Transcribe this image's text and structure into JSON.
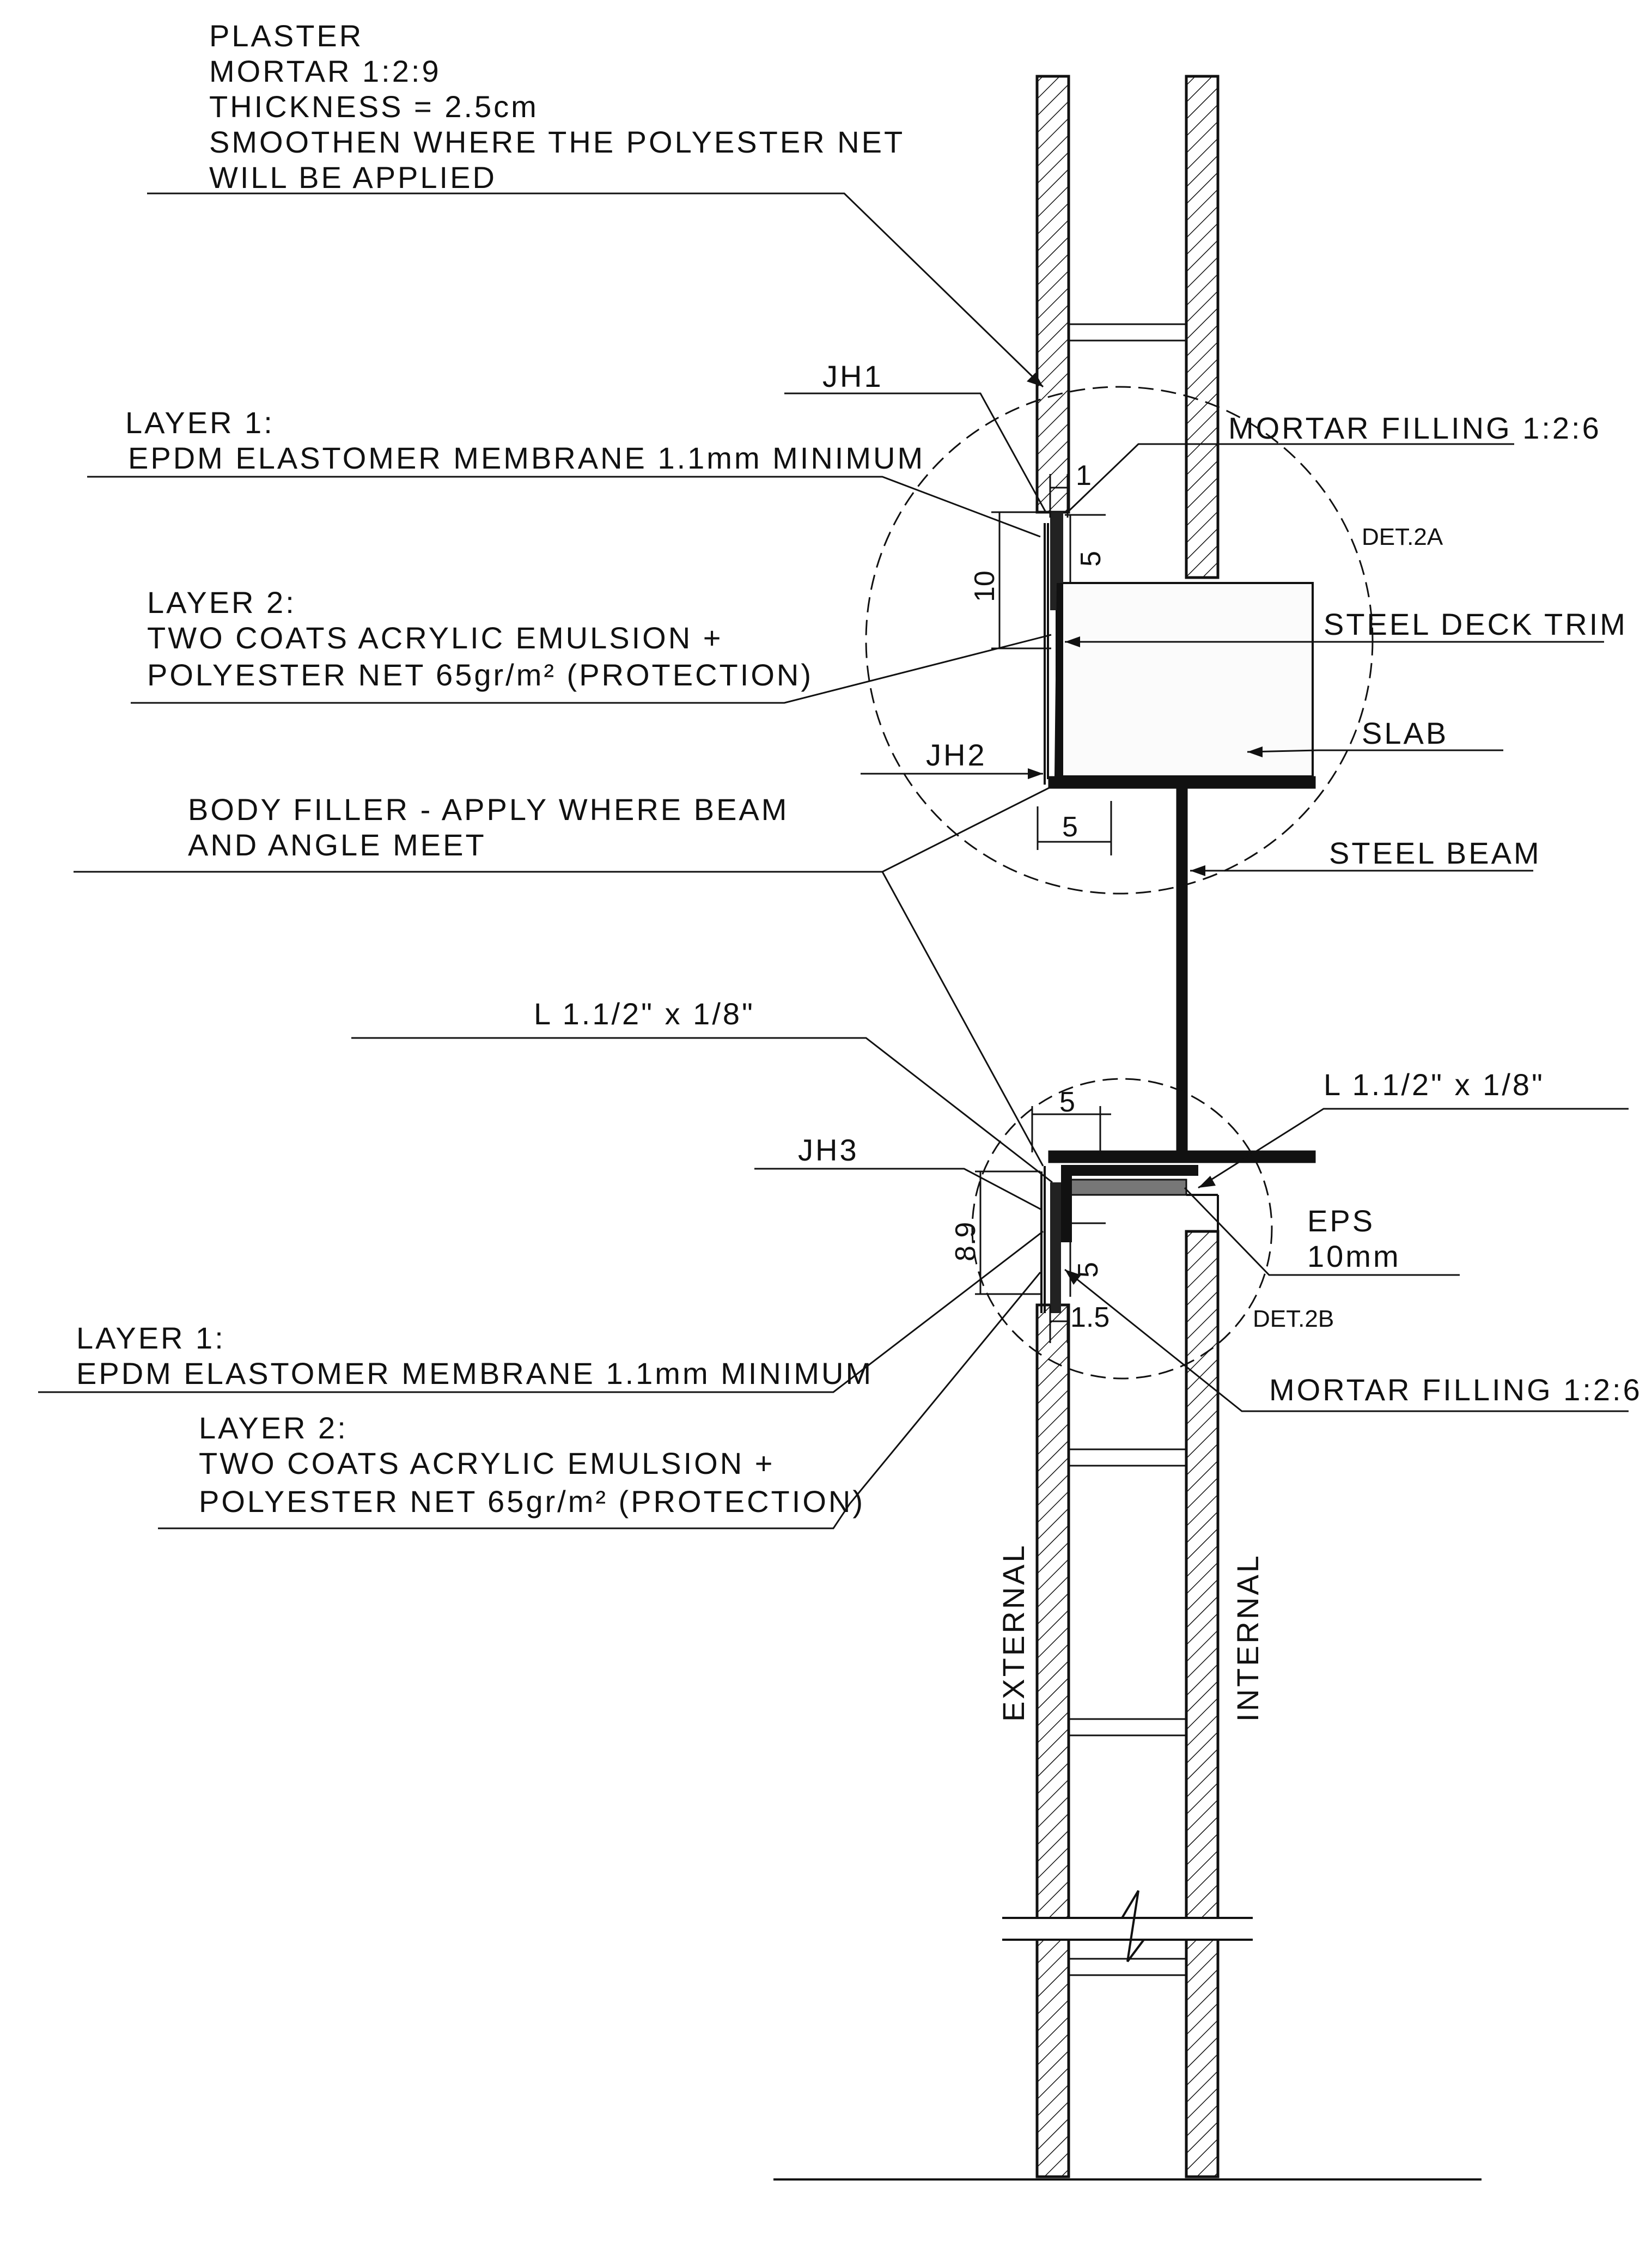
{
  "notes": {
    "plaster": [
      "PLASTER",
      "MORTAR 1:2:9",
      "THICKNESS = 2.5cm",
      "SMOOTHEN WHERE THE POLYESTER NET",
      "WILL BE APPLIED"
    ],
    "jh1": "JH1",
    "jh2": "JH2",
    "jh3": "JH3",
    "layer1_top": [
      "LAYER 1:",
      "EPDM ELASTOMER MEMBRANE 1.1mm MINIMUM"
    ],
    "layer2_top": [
      "LAYER 2:",
      "TWO COATS ACRYLIC EMULSION +",
      "POLYESTER NET 65gr/m² (PROTECTION)"
    ],
    "mortar_top": "MORTAR FILLING 1:2:6",
    "det2a": "DET.2A",
    "steel_deck_trim": "STEEL DECK TRIM",
    "slab": "SLAB",
    "body_filler": [
      "BODY FILLER - APPLY WHERE BEAM",
      "AND ANGLE MEET"
    ],
    "steel_beam": "STEEL BEAM",
    "angle_left": "L 1.1/2\" x 1/8\"",
    "angle_right": "L 1.1/2\" x 1/8\"",
    "eps": [
      "EPS",
      "10mm"
    ],
    "det2b": "DET.2B",
    "mortar_bottom": "MORTAR FILLING 1:2:6",
    "layer1_bottom": [
      "LAYER 1:",
      "EPDM ELASTOMER MEMBRANE 1.1mm MINIMUM"
    ],
    "layer2_bottom": [
      "LAYER 2:",
      "TWO COATS ACRYLIC EMULSION +",
      "POLYESTER NET 65gr/m² (PROTECTION)"
    ],
    "external": "EXTERNAL",
    "internal": "INTERNAL"
  },
  "dimensions": {
    "top_1": "1",
    "top_5": "5",
    "top_10": "10",
    "jh2_5": "5",
    "bottom_5_top": "5",
    "bottom_8_9": "8.9",
    "bottom_5_side": "5",
    "bottom_1_5": "1.5"
  }
}
